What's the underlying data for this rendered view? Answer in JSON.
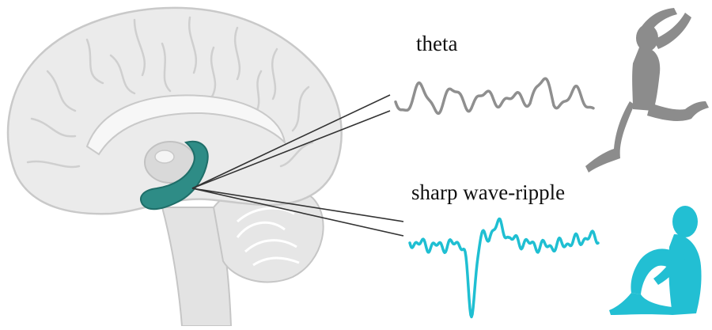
{
  "labels": {
    "theta": "theta",
    "sharp_wave_ripple": "sharp wave-ripple"
  },
  "icons": {
    "brain": "sagittal-brain-section-icon",
    "hippocampus": "hippocampus-highlight-icon",
    "theta_trace": "theta-oscillation-trace",
    "swr_trace": "sharp-wave-ripple-trace",
    "running_figure": "jumping-person-silhouette-icon",
    "resting_figure": "sitting-person-silhouette-icon"
  },
  "colors": {
    "theta_trace": "#8f8f8f",
    "swr_trace": "#1fbfd2",
    "hippocampus": "#2e8c86",
    "running_figure": "#8c8c8c",
    "resting_figure": "#22bfd3",
    "brain_fill": "#e9e9e9",
    "brain_outline": "#c9c9c9"
  }
}
